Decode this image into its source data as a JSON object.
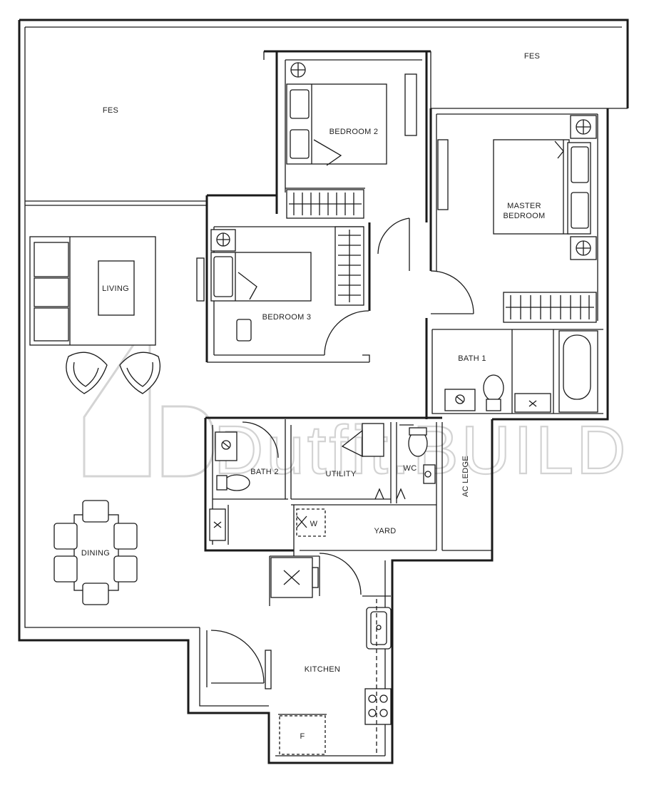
{
  "labels": {
    "fes_left": "FES",
    "fes_top": "FES",
    "bedroom2": "BEDROOM 2",
    "master1": "MASTER",
    "master2": "BEDROOM",
    "living": "LIVING",
    "bedroom3": "BEDROOM 3",
    "bath1": "BATH 1",
    "bath2": "BATH 2",
    "utility": "UTILITY",
    "wc": "WC",
    "acledge": "AC LEDGE",
    "yard": "YARD",
    "dining": "DINING",
    "kitchen": "KITCHEN",
    "wm": "W",
    "fridge": "F"
  },
  "watermark": "Dutfit.BUILD"
}
